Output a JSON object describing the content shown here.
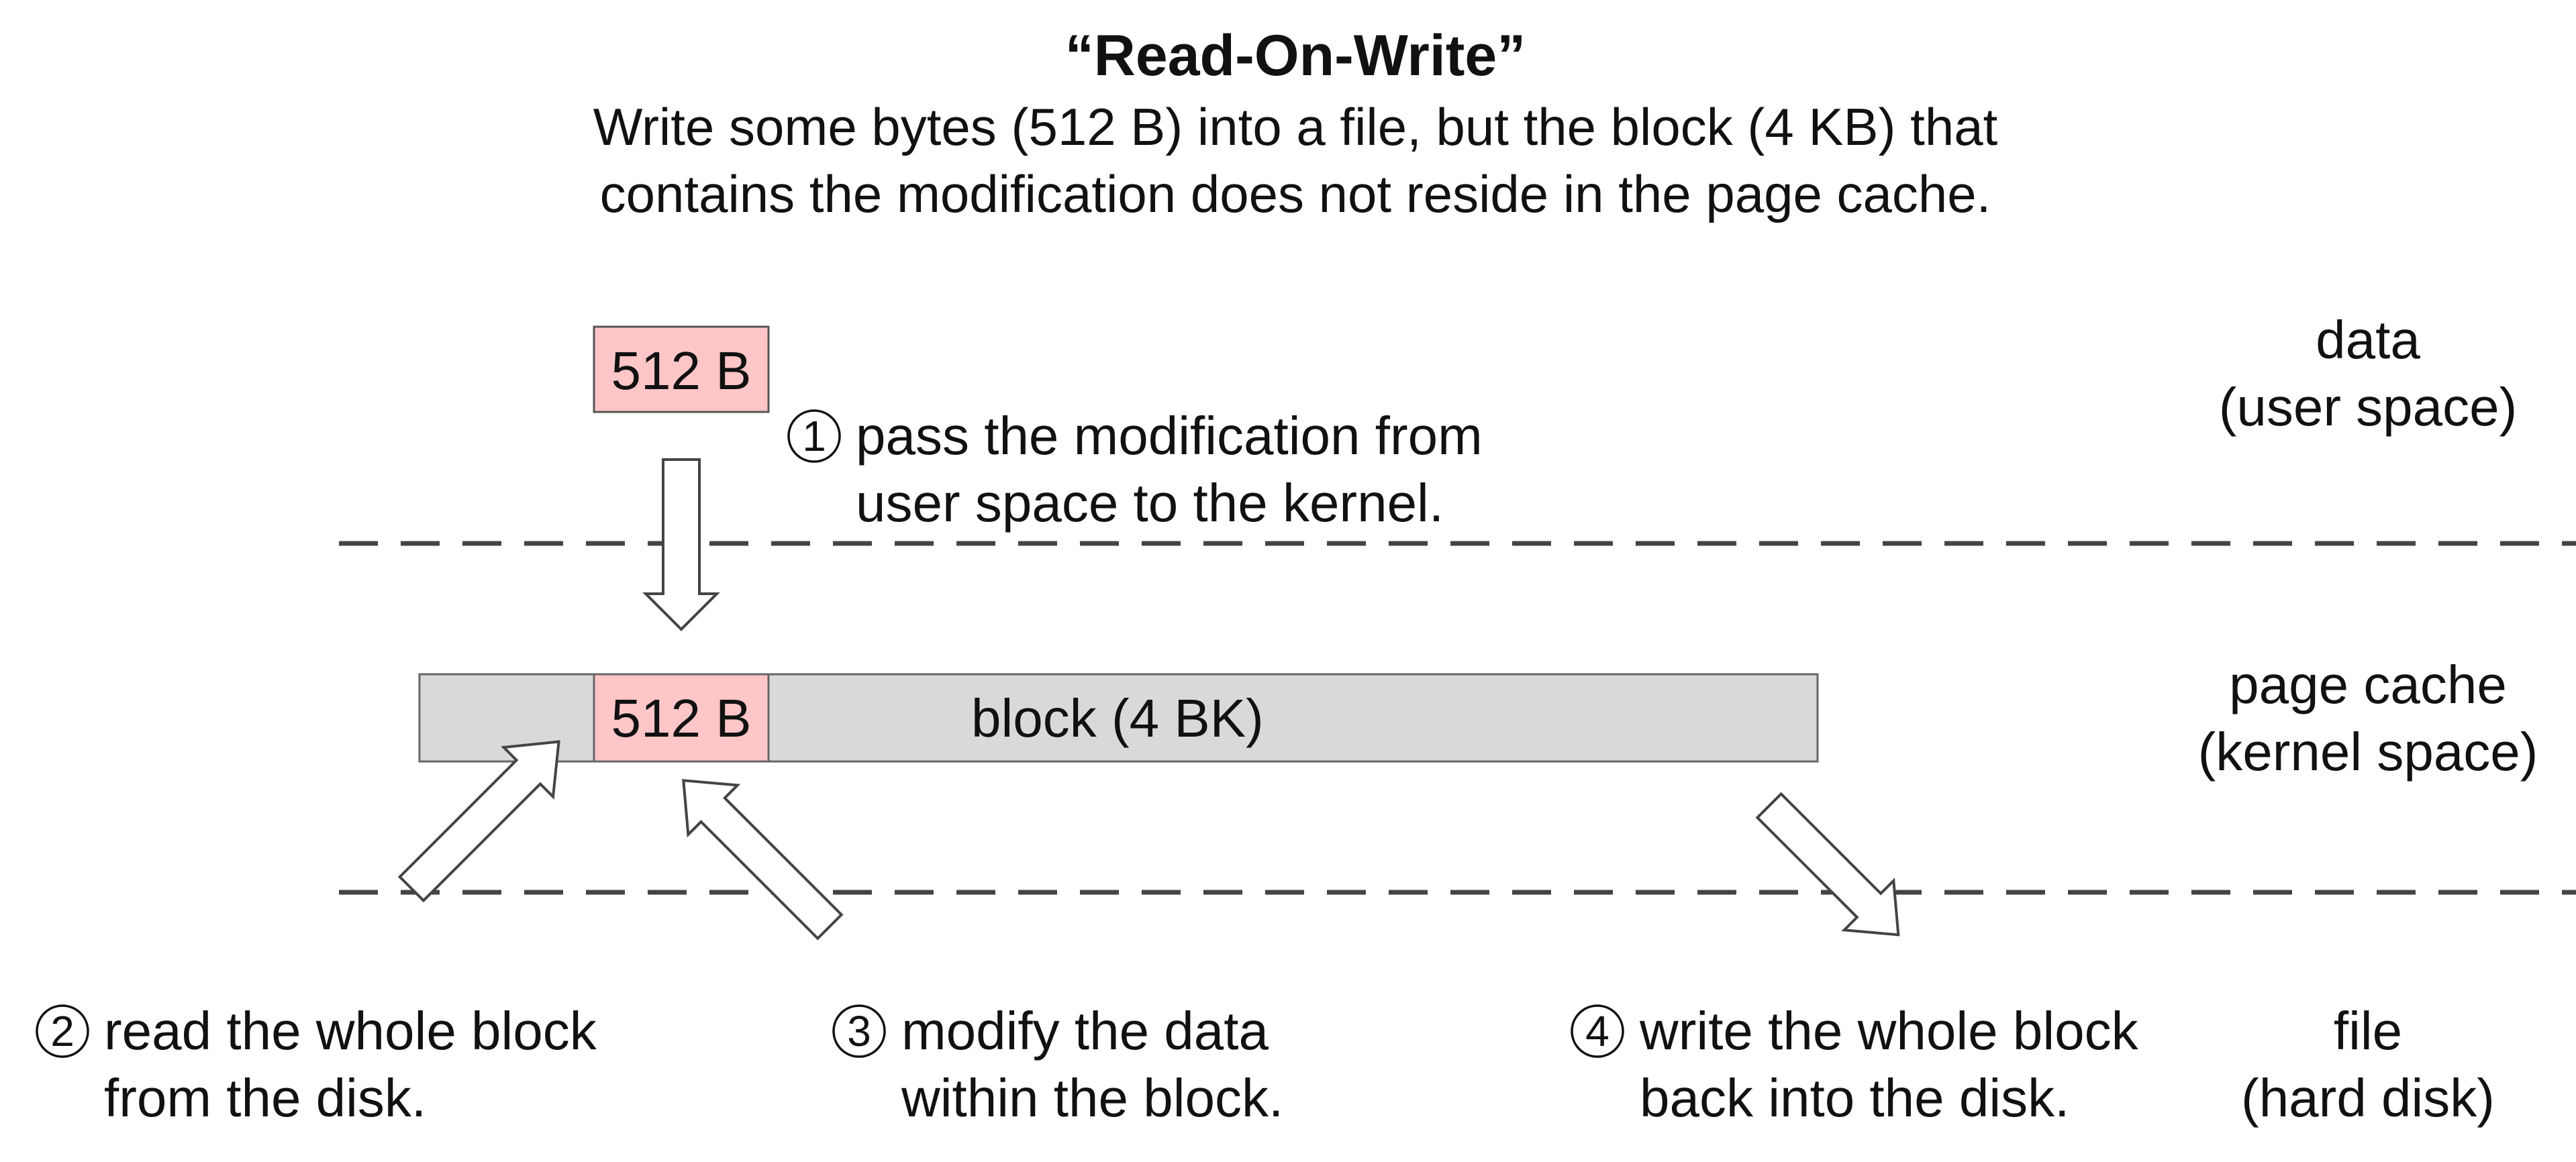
{
  "title": "“Read-On-Write”",
  "subtitle": {
    "line1": "Write some bytes (512 B) into a file, but the block (4 KB) that",
    "line2": "contains the modification does not reside in the page cache."
  },
  "layers": {
    "user": {
      "line1": "data",
      "line2": "(user space)"
    },
    "kernel": {
      "line1": "page cache",
      "line2": "(kernel space)"
    },
    "disk": {
      "line1": "file",
      "line2": "(hard disk)"
    }
  },
  "user_chunk_label": "512 B",
  "cache_chunk_label": "512 B",
  "block_label": "block (4 BK)",
  "steps": [
    {
      "number": "1",
      "line1": "pass the modification from",
      "line2": "user space to the kernel."
    },
    {
      "number": "2",
      "line1": "read the whole block",
      "line2": "from the disk."
    },
    {
      "number": "3",
      "line1": "modify the data",
      "line2": "within the block."
    },
    {
      "number": "4",
      "line1": "write the whole block",
      "line2": "back into the disk."
    }
  ],
  "colors": {
    "chunk_fill": "#ffc6c8",
    "block_fill": "#d9d9d9",
    "line": "#444444"
  }
}
